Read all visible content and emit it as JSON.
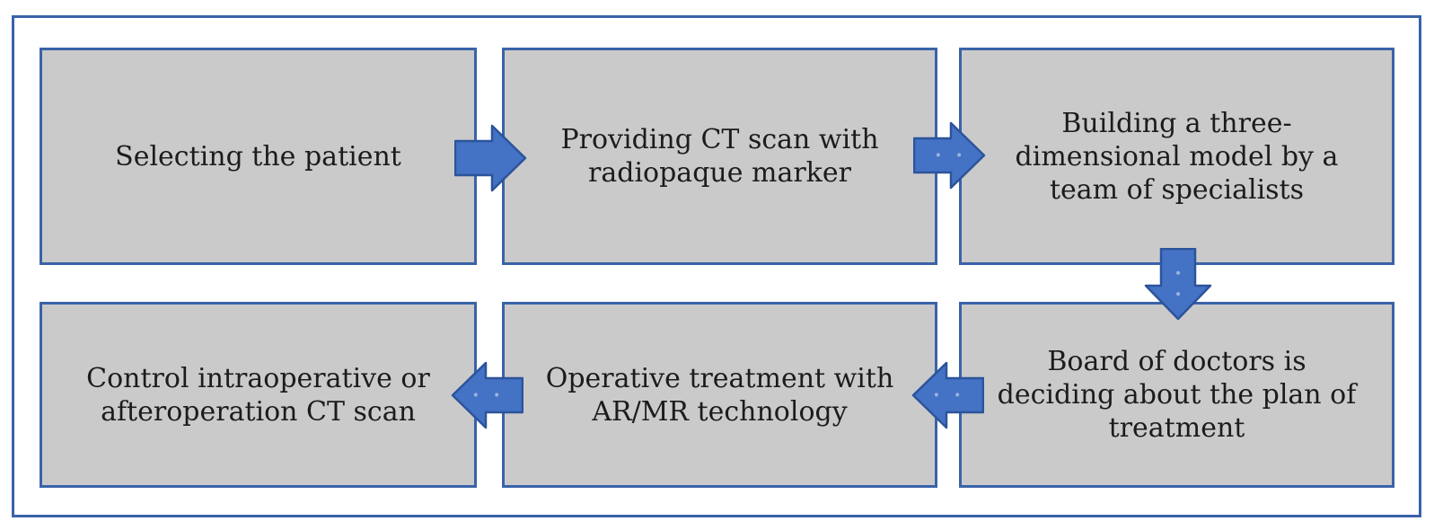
{
  "figure": {
    "type": "flowchart",
    "description": "Surgical AR/MR workflow diagram, two rows of three steps connected by block arrows",
    "colors": {
      "background": "#ffffff",
      "frame_border": "#3a63a9",
      "box_fill": "#cbcaca",
      "box_border": "#3a63a9",
      "arrow_fill": "#4472c4",
      "arrow_border": "#2c549b",
      "arrow_dots": "#9cb4e0",
      "text": "#1c1c1c"
    }
  },
  "steps": [
    {
      "id": 1,
      "label": "Selecting the patient"
    },
    {
      "id": 2,
      "label": "Providing CT scan with\nradiopaque marker"
    },
    {
      "id": 3,
      "label": "Building a three-\ndimensional model by a\nteam of specialists"
    },
    {
      "id": 4,
      "label": "Board of doctors is\ndeciding about the plan of\ntreatment"
    },
    {
      "id": 5,
      "label": "Operative treatment with\nAR/MR technology"
    },
    {
      "id": 6,
      "label": "Control intraoperative or\nafteroperation CT scan"
    }
  ],
  "arrows": [
    {
      "from": 1,
      "to": 2,
      "direction": "right",
      "label": ""
    },
    {
      "from": 2,
      "to": 3,
      "direction": "right",
      "label": "· ·"
    },
    {
      "from": 3,
      "to": 4,
      "direction": "down",
      "label": "· ·"
    },
    {
      "from": 4,
      "to": 5,
      "direction": "left",
      "label": "· ·"
    },
    {
      "from": 5,
      "to": 6,
      "direction": "left",
      "label": "· ·"
    }
  ]
}
